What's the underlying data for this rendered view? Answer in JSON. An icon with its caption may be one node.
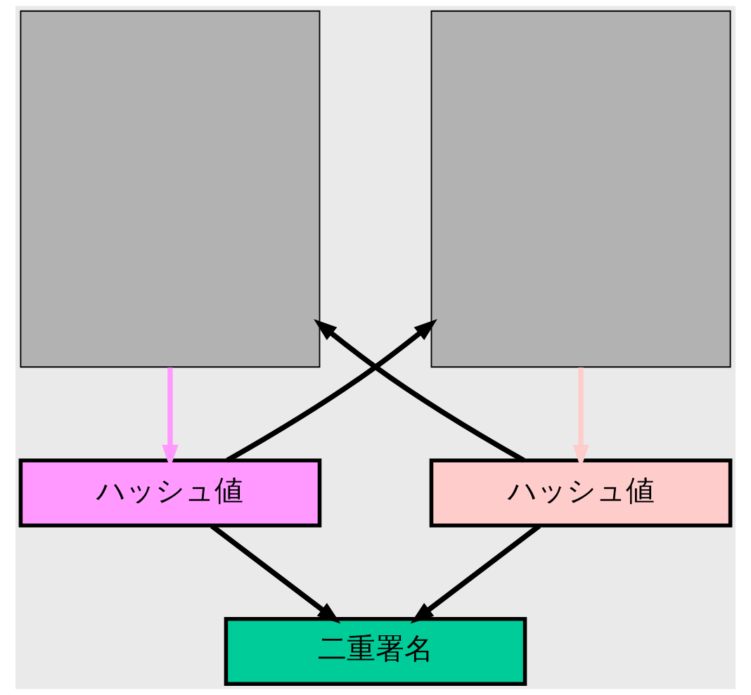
{
  "diagram": {
    "nodes": [
      {
        "text": [],
        "shape": "box"
      },
      {
        "text": [],
        "shape": "box"
      },
      {
        "text": [
          "ハッシュ値"
        ]
      },
      {
        "text": [
          "ハッシュ値"
        ]
      },
      {
        "text": [
          "二重署名"
        ]
      }
    ],
    "edges": [
      {
        "from": 0,
        "to": 2,
        "arrow": "to",
        "color": "#ff99ff"
      },
      {
        "from": 1,
        "to": 3,
        "arrow": "to",
        "color": "#ffcccc"
      },
      {
        "from": 2,
        "to": 1,
        "arrow": "to"
      },
      {
        "from": 3,
        "to": 0,
        "arrow": "to"
      },
      {
        "from": 2,
        "to": 4,
        "arrow": "to"
      },
      {
        "from": 3,
        "to": 4,
        "arrow": "to"
      }
    ]
  }
}
